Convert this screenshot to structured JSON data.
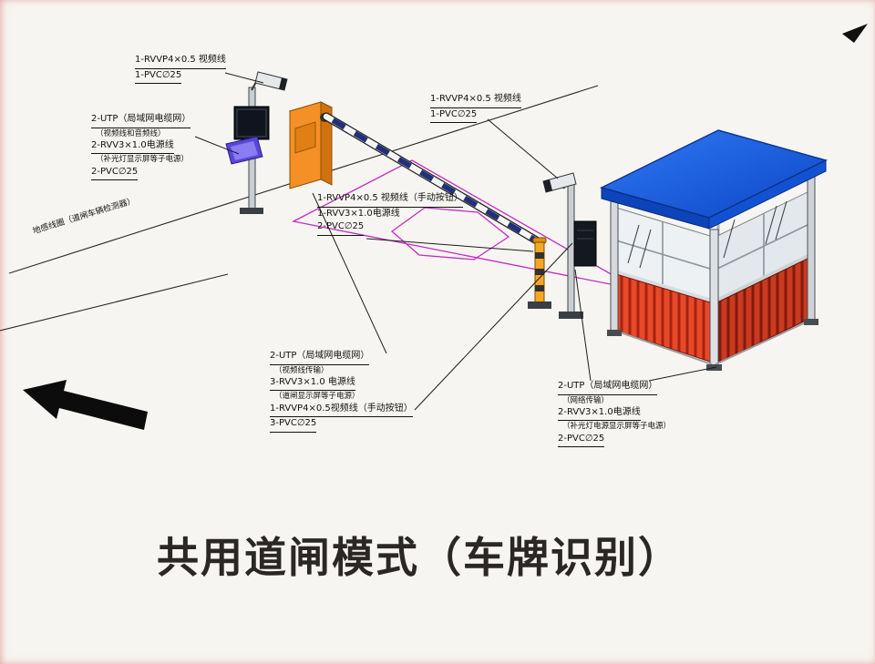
{
  "title": "共用道闸模式（车牌识别）",
  "colors": {
    "roof_blue": "#1a5ce0",
    "panel_red": "#d9341c",
    "cabinet_orange": "#f49026",
    "zone_magenta": "#c32cc3",
    "floodlight_purple": "#5746d8",
    "arm_stripe_navy": "#20307a"
  },
  "labels": {
    "cam1_video": [
      "1-RVVP4×0.5 视频线",
      "1-PVC∅25"
    ],
    "net_left": [
      "2-UTP（局域网电缆网）",
      "（视频线和音频线）",
      "2-RVV3×1.0电源线",
      "（补光灯显示屏等子电源）",
      "2-PVC∅25"
    ],
    "arm_cable": [
      "1-RVVP4×0.5 视频线（手动按钮）",
      "1-RVV3×1.0电源线",
      "2-PVC∅25"
    ],
    "cam2_video": [
      "1-RVVP4×0.5 视频线",
      "1-PVC∅25"
    ],
    "barrier_cables": [
      "2-UTP（局域网电缆网）",
      "（视频线传输）",
      "3-RVV3×1.0 电源线",
      "（道闸显示屏等子电源）",
      "1-RVVP4×0.5视频线（手动按钮）",
      "3-PVC∅25"
    ],
    "booth_cables": [
      "2-UTP（局域网电缆网）",
      "（网络传输）",
      "2-RVV3×1.0电源线",
      "（补光灯电源显示屏等子电源）",
      "2-PVC∅25"
    ],
    "ground_loop": "地感线圈（道闸车辆检测器）"
  }
}
